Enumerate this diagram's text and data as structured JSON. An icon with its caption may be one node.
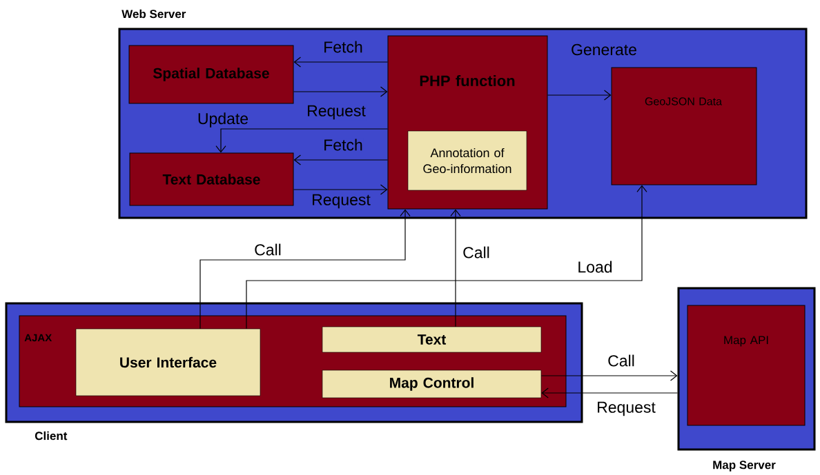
{
  "diagram": {
    "nodes": [
      {
        "text": [
          "Web Server"
        ]
      },
      {
        "text": [
          "Spatial Database"
        ],
        "in": 0
      },
      {
        "text": [
          "PHP function"
        ],
        "in": 0
      },
      {
        "text": [
          "Annotation of Geo-information"
        ],
        "in": 2
      },
      {
        "text": [
          "Text Database"
        ],
        "in": 0
      },
      {
        "text": [
          "GeoJSON Data"
        ],
        "in": 0
      },
      {
        "text": [
          "Client"
        ]
      },
      {
        "text": [
          "AJAX"
        ],
        "in": 6
      },
      {
        "text": [
          "User Interface"
        ],
        "in": 7
      },
      {
        "text": [
          "Text"
        ],
        "in": 7
      },
      {
        "text": [
          "Map Control"
        ],
        "in": 7
      },
      {
        "text": [
          "Map Server"
        ]
      },
      {
        "text": [
          "Map API"
        ],
        "in": 11
      }
    ],
    "edges": [
      {
        "from": 2,
        "to": 1,
        "arrow": "to",
        "label": "Fetch"
      },
      {
        "from": 1,
        "to": 2,
        "arrow": "to",
        "label": "Request"
      },
      {
        "from": 2,
        "to": 4,
        "arrow": "to",
        "label": "Update"
      },
      {
        "from": 2,
        "to": 4,
        "arrow": "to",
        "label": "Fetch"
      },
      {
        "from": 4,
        "to": 2,
        "arrow": "to",
        "label": "Request"
      },
      {
        "from": 2,
        "to": 5,
        "arrow": "to",
        "label": "Generate"
      },
      {
        "from": 8,
        "to": 2,
        "arrow": "to",
        "label": "Call"
      },
      {
        "from": 8,
        "to": 5,
        "arrow": "to",
        "label": "Load"
      },
      {
        "from": 9,
        "to": 2,
        "arrow": "to",
        "label": "Call"
      },
      {
        "from": 10,
        "to": 11,
        "arrow": "to",
        "label": "Call"
      },
      {
        "from": 11,
        "to": 10,
        "arrow": "to",
        "label": "Request"
      }
    ]
  }
}
